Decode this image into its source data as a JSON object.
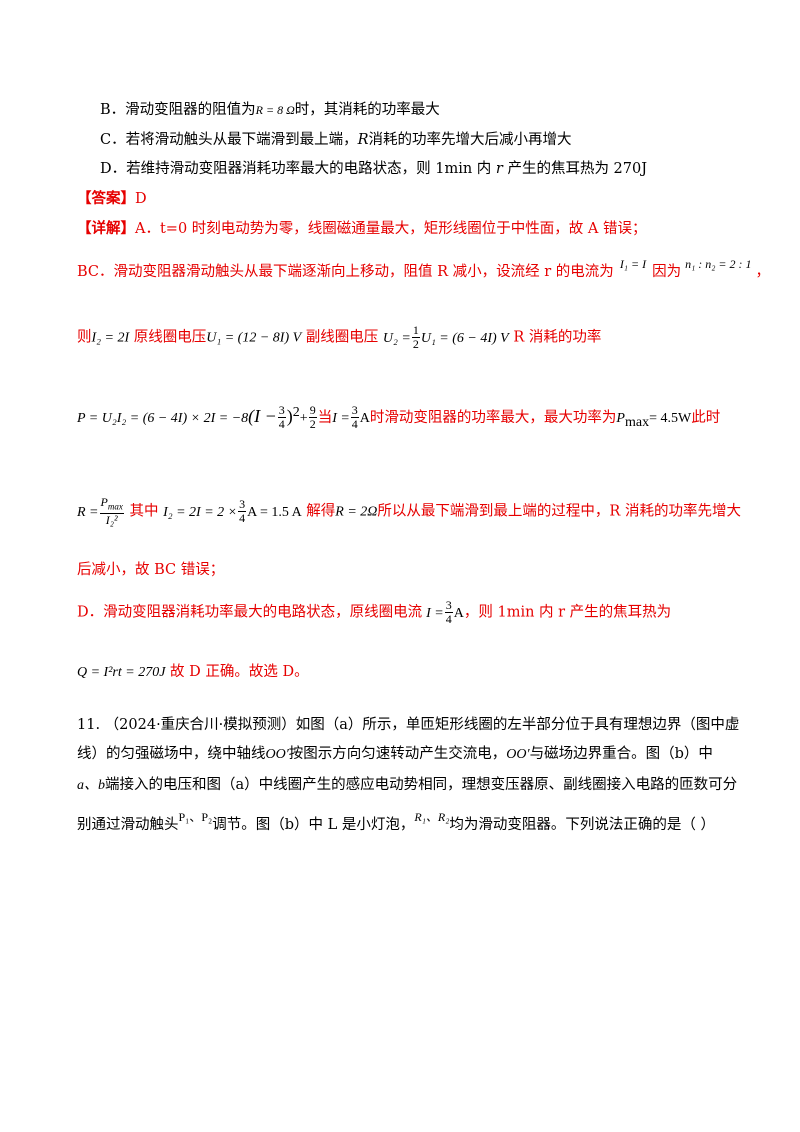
{
  "option_b": {
    "label": "B．滑动变阻器的阻值为",
    "formula": "R = 8 Ω",
    "tail": "时，其消耗的功率最大"
  },
  "option_c": {
    "label": "C．若将滑动触头从最下端滑到最上端，",
    "var": "R",
    "tail": "消耗的功率先增大后减小再增大"
  },
  "option_d": {
    "label": "D．若维持滑动变阻器消耗功率最大的电路状态，则 1min 内",
    "var": "r",
    "tail": "产生的焦耳热为 270J"
  },
  "answer": {
    "tag": "【答案】",
    "value": "D"
  },
  "detail": {
    "tag": "【详解】",
    "line_a": "A．t=0 时刻电动势为零，线圈磁通量最大，矩形线圈位于中性面，故 A 错误；",
    "line_bc_1": "BC．滑动变阻器滑动触头从最下端逐渐向上移动，阻值 R 减小，设流经 r 的电流为",
    "eq_i1": "I₁ = I",
    "because": "因为",
    "eq_ratio": "n₁ : n₂ = 2 : 1",
    "comma": "，",
    "then": "则",
    "eq_i2": "I₂ = 2I",
    "primary_voltage": "原线圈电压",
    "eq_u1": "U₁ = (12 − 8I) V",
    "secondary_voltage": "副线圈电压",
    "eq_u2_left": "U₂ =",
    "eq_u2_num": "1",
    "eq_u2_den": "2",
    "eq_u2_right": "U₁ = (6 − 4I) V",
    "r_power": "R 消耗的功率",
    "eq_p_1": "P = U₂I₂ = (6 − 4I) × 2I = −8",
    "eq_p_paren": "(I −",
    "eq_p_num": "3",
    "eq_p_den": "4",
    "eq_p_close": ")",
    "eq_p_sq": "2",
    "eq_p_plus": "+",
    "eq_p_9": "9",
    "eq_p_2": "2",
    "when": "当",
    "eq_i_left": "I =",
    "eq_i_num": "3",
    "eq_i_den": "4",
    "eq_i_unit": "A",
    "max_text": "时滑动变阻器的功率最大，最大功率为",
    "eq_pmax": "P",
    "eq_pmax_sub": "max",
    "eq_pmax_val": "= 4.5W",
    "now": "此时",
    "eq_r_left": "R =",
    "eq_r_num": "P",
    "eq_r_num_sub": "max",
    "eq_r_den": "I₂²",
    "where": "其中",
    "eq_i2b": "I₂ = 2I = 2 ×",
    "eq_i2b_num": "3",
    "eq_i2b_den": "4",
    "eq_i2b_val": "A = 1.5 A",
    "solve": "解得",
    "eq_r2": "R = 2Ω",
    "so_text": "所以从最下端滑到最上端的过程中，R 消耗的功率先增大",
    "so_text_2": "后减小，故 BC 错误；",
    "line_d": "D．滑动变阻器消耗功率最大的电路状态，原线圈电流",
    "eq_id_left": "I =",
    "eq_id_num": "3",
    "eq_id_den": "4",
    "eq_id_unit": "A",
    "d_tail": "，则 1min  内 r 产生的焦耳热为",
    "eq_q": "Q = I²rt = 270J",
    "d_end": "故 D 正确。故选 D。"
  },
  "question_11": {
    "number": "11.",
    "line1": "（2024·重庆合川·模拟预测）如图（a）所示，单匝矩形线圈的左半部分位于具有理想边界（图中虚",
    "line2_a": "线）的匀强磁场中，绕中轴线",
    "oo": "OO′",
    "line2_b": "按图示方向匀速转动产生交流电，",
    "line2_c": "与磁场边界重合。图（b）中",
    "ab": "a、b",
    "line3": "端接入的电压和图（a）中线圈产生的感应电动势相同，理想变压器原、副线圈接入电路的匝数可分",
    "line4_a": "别通过滑动触头",
    "p1p2": "P₁、P₂",
    "line4_b": "调节。图（b）中 L 是小灯泡，",
    "r1r2": "R₁、R₂",
    "line4_c": "均为滑动变阻器。下列说法正确的是（    ）"
  },
  "colors": {
    "answer_red": "#e60000",
    "text": "#000000"
  }
}
